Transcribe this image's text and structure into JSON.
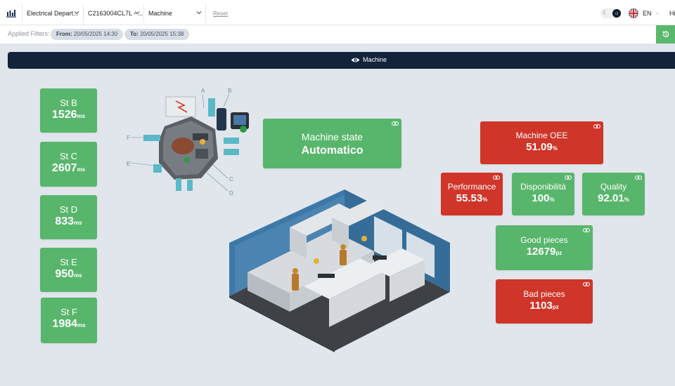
{
  "header": {
    "filters": [
      {
        "label": "Electrical Depart..."
      },
      {
        "label": "C2163004CL7L - ..."
      },
      {
        "label": "Machine"
      }
    ],
    "reset_label": "Reset",
    "language": "EN",
    "user_greeting": "Hi"
  },
  "applied_filters": {
    "label": "Applied Filters:",
    "from_label": "From:",
    "from_value": "20/05/2025 14:30",
    "to_label": "To:",
    "to_value": "20/05/2025 15:38"
  },
  "machine_bar": {
    "title": "Machine"
  },
  "stations": [
    {
      "name": "St B",
      "value": "1526",
      "unit": "ms"
    },
    {
      "name": "St C",
      "value": "2607",
      "unit": "ms"
    },
    {
      "name": "St D",
      "value": "833",
      "unit": "ms"
    },
    {
      "name": "St E",
      "value": "950",
      "unit": "ms"
    },
    {
      "name": "St F",
      "value": "1984",
      "unit": "ms"
    }
  ],
  "layout_labels": [
    "A",
    "B",
    "C",
    "D",
    "E",
    "F"
  ],
  "machine_state": {
    "label": "Machine state",
    "value": "Automatico"
  },
  "kpis": {
    "oee": {
      "label": "Machine OEE",
      "value": "51.09",
      "unit": "%"
    },
    "performance": {
      "label": "Performance",
      "value": "55.53",
      "unit": "%"
    },
    "availability": {
      "label": "Disponibilità",
      "value": "100",
      "unit": "%"
    },
    "quality": {
      "label": "Quality",
      "value": "92.01",
      "unit": "%"
    },
    "good_pieces": {
      "label": "Good pieces",
      "value": "12679",
      "unit": "pz"
    },
    "bad_pieces": {
      "label": "Bad pieces",
      "value": "1103",
      "unit": "pz"
    }
  },
  "colors": {
    "good": "#58b66c",
    "bad": "#cf3528",
    "header": "#13233a"
  }
}
